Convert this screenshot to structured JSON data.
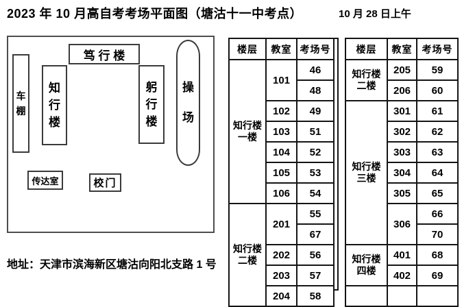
{
  "header": {
    "title": "2023 年 10 月高自考考场平面图（塘沽十一中考点）",
    "date": "10 月 28 日上午"
  },
  "address": "地址：天津市滨海新区塘沽向阳北支路 1 号",
  "floorplan": {
    "bike_shed": "车棚",
    "zhixing_building": "知行楼",
    "duxing_building": "笃 行 楼",
    "gongxing_building": "躬行楼",
    "playground": "操场",
    "reception_room": "传达室",
    "school_gate": "校门"
  },
  "tables": {
    "column_headers": [
      "楼层",
      "教室",
      "考场号"
    ],
    "left": {
      "rows": [
        [
          {
            "t": "知行楼\n一楼",
            "rs": 7,
            "n": "floor-cell"
          },
          {
            "t": "101",
            "rs": 2,
            "n": "room-cell"
          },
          {
            "t": "46",
            "n": "exam-no-cell"
          }
        ],
        [
          {
            "t": "48",
            "n": "exam-no-cell"
          }
        ],
        [
          {
            "t": "102",
            "n": "room-cell"
          },
          {
            "t": "49",
            "n": "exam-no-cell"
          }
        ],
        [
          {
            "t": "103",
            "n": "room-cell"
          },
          {
            "t": "51",
            "n": "exam-no-cell"
          }
        ],
        [
          {
            "t": "104",
            "n": "room-cell"
          },
          {
            "t": "52",
            "n": "exam-no-cell"
          }
        ],
        [
          {
            "t": "105",
            "n": "room-cell"
          },
          {
            "t": "53",
            "n": "exam-no-cell"
          }
        ],
        [
          {
            "t": "106",
            "n": "room-cell"
          },
          {
            "t": "54",
            "n": "exam-no-cell"
          }
        ],
        [
          {
            "t": "知行楼\n二楼",
            "rs": 5,
            "n": "floor-cell"
          },
          {
            "t": "201",
            "rs": 2,
            "n": "room-cell"
          },
          {
            "t": "55",
            "n": "exam-no-cell"
          }
        ],
        [
          {
            "t": "67",
            "n": "exam-no-cell"
          }
        ],
        [
          {
            "t": "202",
            "n": "room-cell"
          },
          {
            "t": "56",
            "n": "exam-no-cell"
          }
        ],
        [
          {
            "t": "203",
            "n": "room-cell"
          },
          {
            "t": "57",
            "n": "exam-no-cell"
          }
        ],
        [
          {
            "t": "204",
            "n": "room-cell"
          },
          {
            "t": "58",
            "n": "exam-no-cell"
          }
        ]
      ]
    },
    "right": {
      "rows": [
        [
          {
            "t": "知行楼\n二楼",
            "rs": 2,
            "n": "floor-cell"
          },
          {
            "t": "205",
            "n": "room-cell"
          },
          {
            "t": "59",
            "n": "exam-no-cell"
          }
        ],
        [
          {
            "t": "206",
            "n": "room-cell"
          },
          {
            "t": "60",
            "n": "exam-no-cell"
          }
        ],
        [
          {
            "t": "知行楼\n三楼",
            "rs": 7,
            "n": "floor-cell"
          },
          {
            "t": "301",
            "n": "room-cell"
          },
          {
            "t": "61",
            "n": "exam-no-cell"
          }
        ],
        [
          {
            "t": "302",
            "n": "room-cell"
          },
          {
            "t": "62",
            "n": "exam-no-cell"
          }
        ],
        [
          {
            "t": "303",
            "n": "room-cell"
          },
          {
            "t": "63",
            "n": "exam-no-cell"
          }
        ],
        [
          {
            "t": "304",
            "n": "room-cell"
          },
          {
            "t": "64",
            "n": "exam-no-cell"
          }
        ],
        [
          {
            "t": "305",
            "n": "room-cell"
          },
          {
            "t": "65",
            "n": "exam-no-cell"
          }
        ],
        [
          {
            "t": "306",
            "rs": 2,
            "n": "room-cell"
          },
          {
            "t": "66",
            "n": "exam-no-cell"
          }
        ],
        [
          {
            "t": "70",
            "n": "exam-no-cell"
          }
        ],
        [
          {
            "t": "知行楼\n四楼",
            "rs": 2,
            "n": "floor-cell"
          },
          {
            "t": "401",
            "n": "room-cell"
          },
          {
            "t": "68",
            "n": "exam-no-cell"
          }
        ],
        [
          {
            "t": "402",
            "n": "room-cell"
          },
          {
            "t": "69",
            "n": "exam-no-cell"
          }
        ],
        [
          {
            "t": "",
            "n": "floor-cell"
          },
          {
            "t": "",
            "n": "room-cell"
          },
          {
            "t": "",
            "n": "exam-no-cell"
          }
        ]
      ]
    }
  }
}
